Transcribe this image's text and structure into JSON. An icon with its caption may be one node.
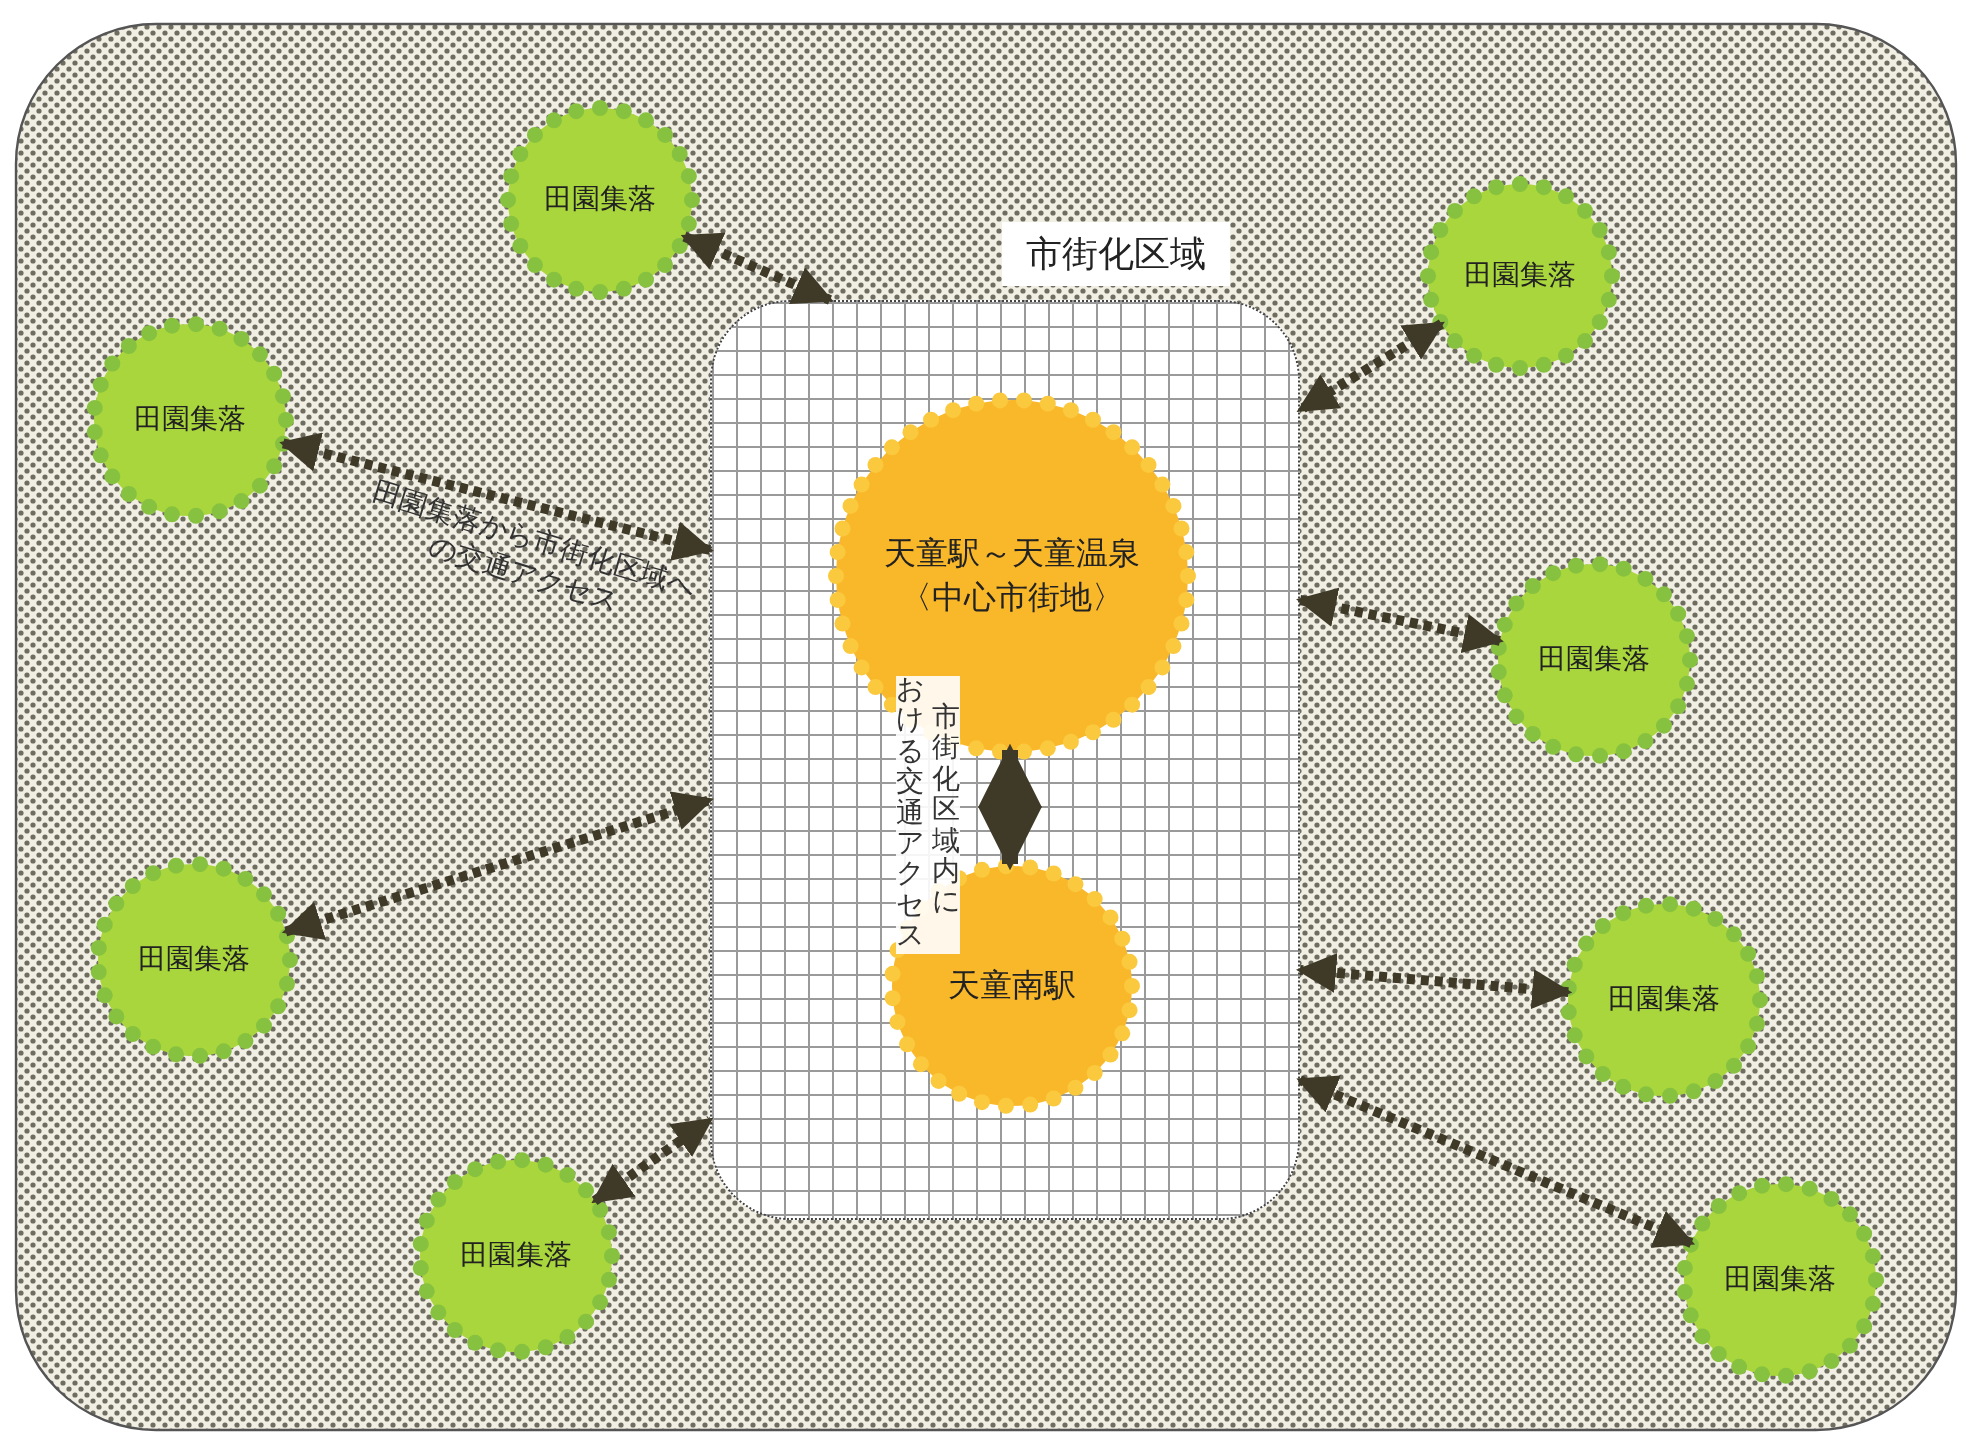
{
  "diagram": {
    "nodes": [
      {
        "text": [
          "市街化区域"
        ]
      },
      {
        "text": [
          "天童駅～天童温泉",
          "〈中心市街地〉"
        ],
        "in": 0
      },
      {
        "text": [
          "天童南駅"
        ],
        "in": 0
      },
      {
        "text": [
          "田園集落"
        ]
      },
      {
        "text": [
          "田園集落"
        ]
      },
      {
        "text": [
          "田園集落"
        ]
      },
      {
        "text": [
          "田園集落"
        ]
      },
      {
        "text": [
          "田園集落"
        ]
      },
      {
        "text": [
          "田園集落"
        ]
      },
      {
        "text": [
          "田園集落"
        ]
      },
      {
        "text": [
          "田園集落"
        ]
      }
    ],
    "edges": [
      {
        "from": 3,
        "to": 0,
        "arrow": "both"
      },
      {
        "from": 4,
        "to": 0,
        "arrow": "both"
      },
      {
        "from": 5,
        "to": 0,
        "arrow": "both"
      },
      {
        "from": 6,
        "to": 0,
        "arrow": "both"
      },
      {
        "from": 7,
        "to": 0,
        "arrow": "both"
      },
      {
        "from": 8,
        "to": 0,
        "arrow": "both"
      },
      {
        "from": 9,
        "to": 0,
        "arrow": "both"
      },
      {
        "from": 10,
        "to": 0,
        "arrow": "both"
      },
      {
        "from": 1,
        "to": 2,
        "arrow": "both",
        "style": "dashed"
      }
    ],
    "labels": [
      "田園集落から市街化区域への交通アクセス",
      "市街化区域内における交通アクセス"
    ]
  }
}
